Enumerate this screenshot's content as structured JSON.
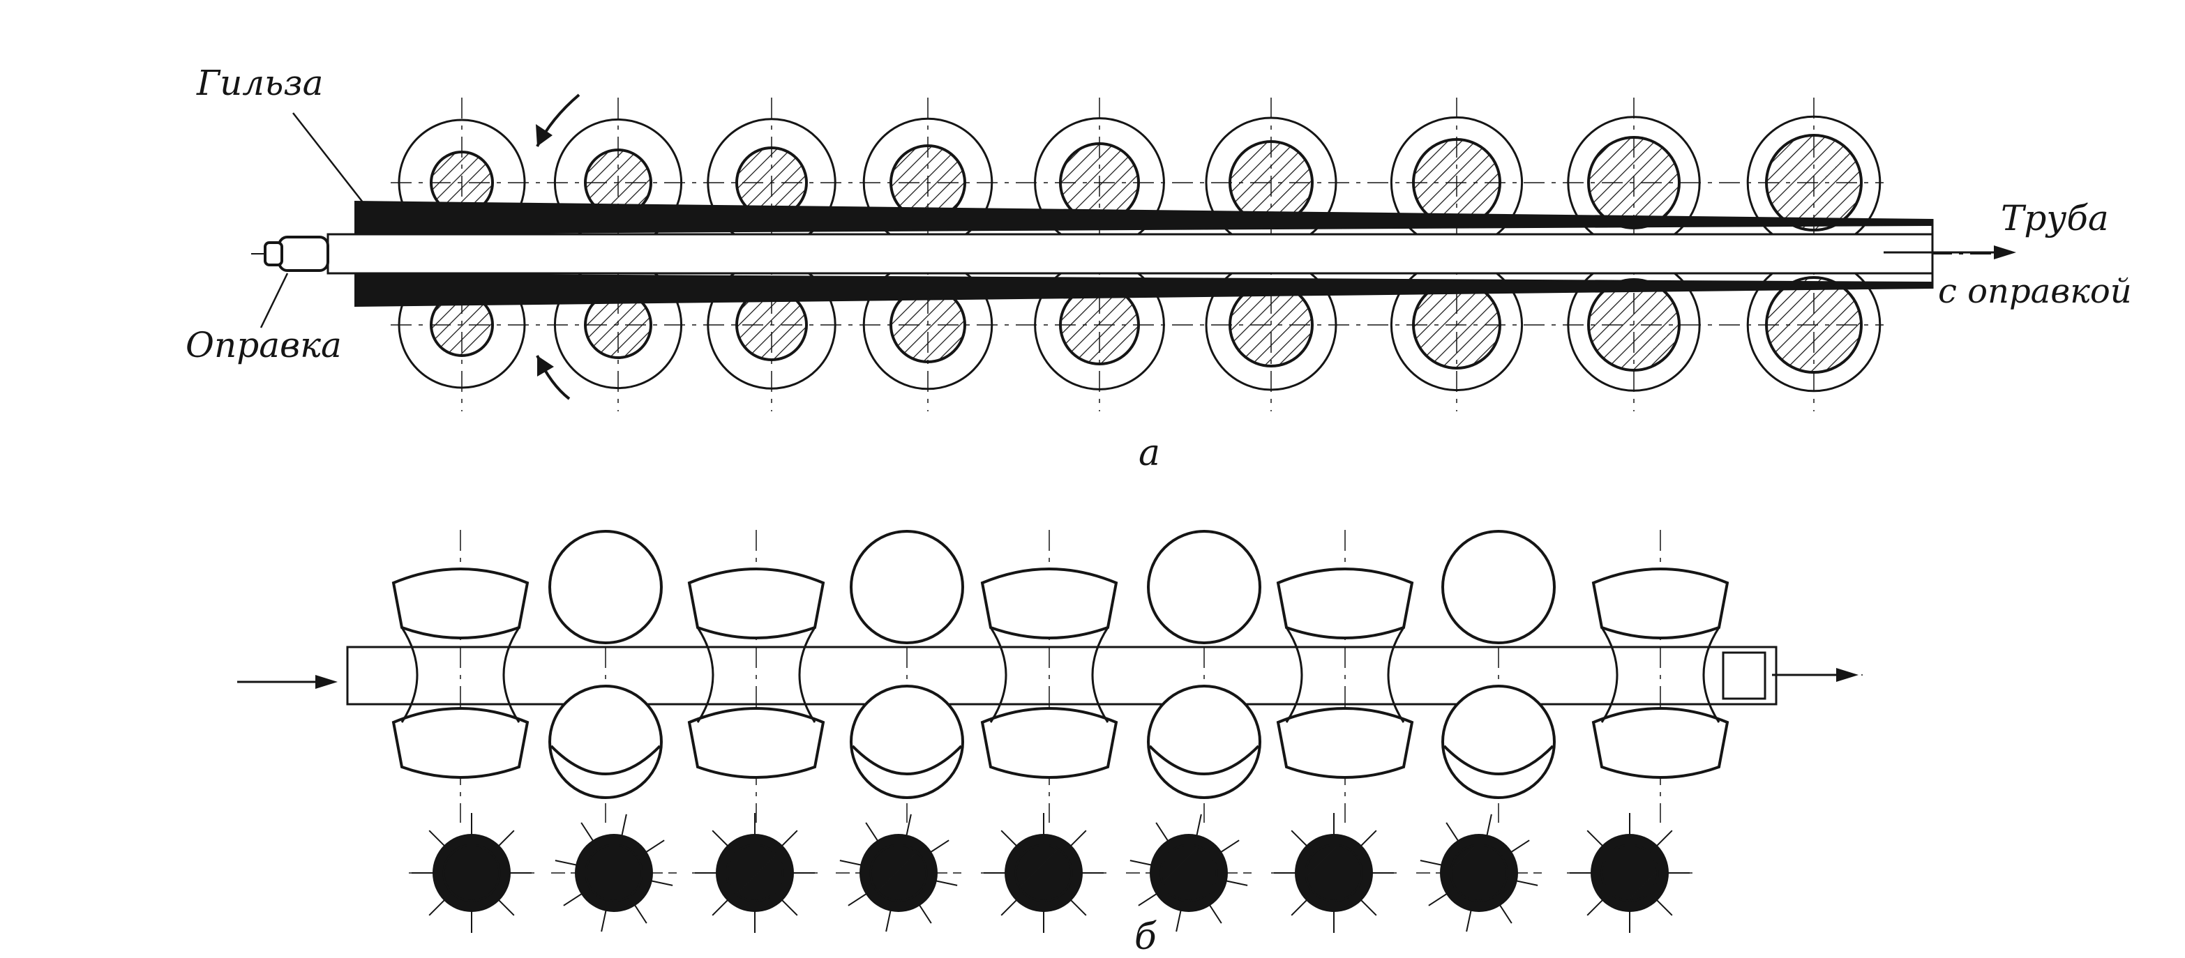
{
  "labels": {
    "sleeve": "Гильза",
    "mandrel": "Оправка",
    "pipe": "Труба",
    "with_mandrel": "с оправкой",
    "fig_a": "а",
    "fig_b": "б"
  },
  "colors": {
    "ink": "#151515",
    "background": "#ffffff"
  }
}
